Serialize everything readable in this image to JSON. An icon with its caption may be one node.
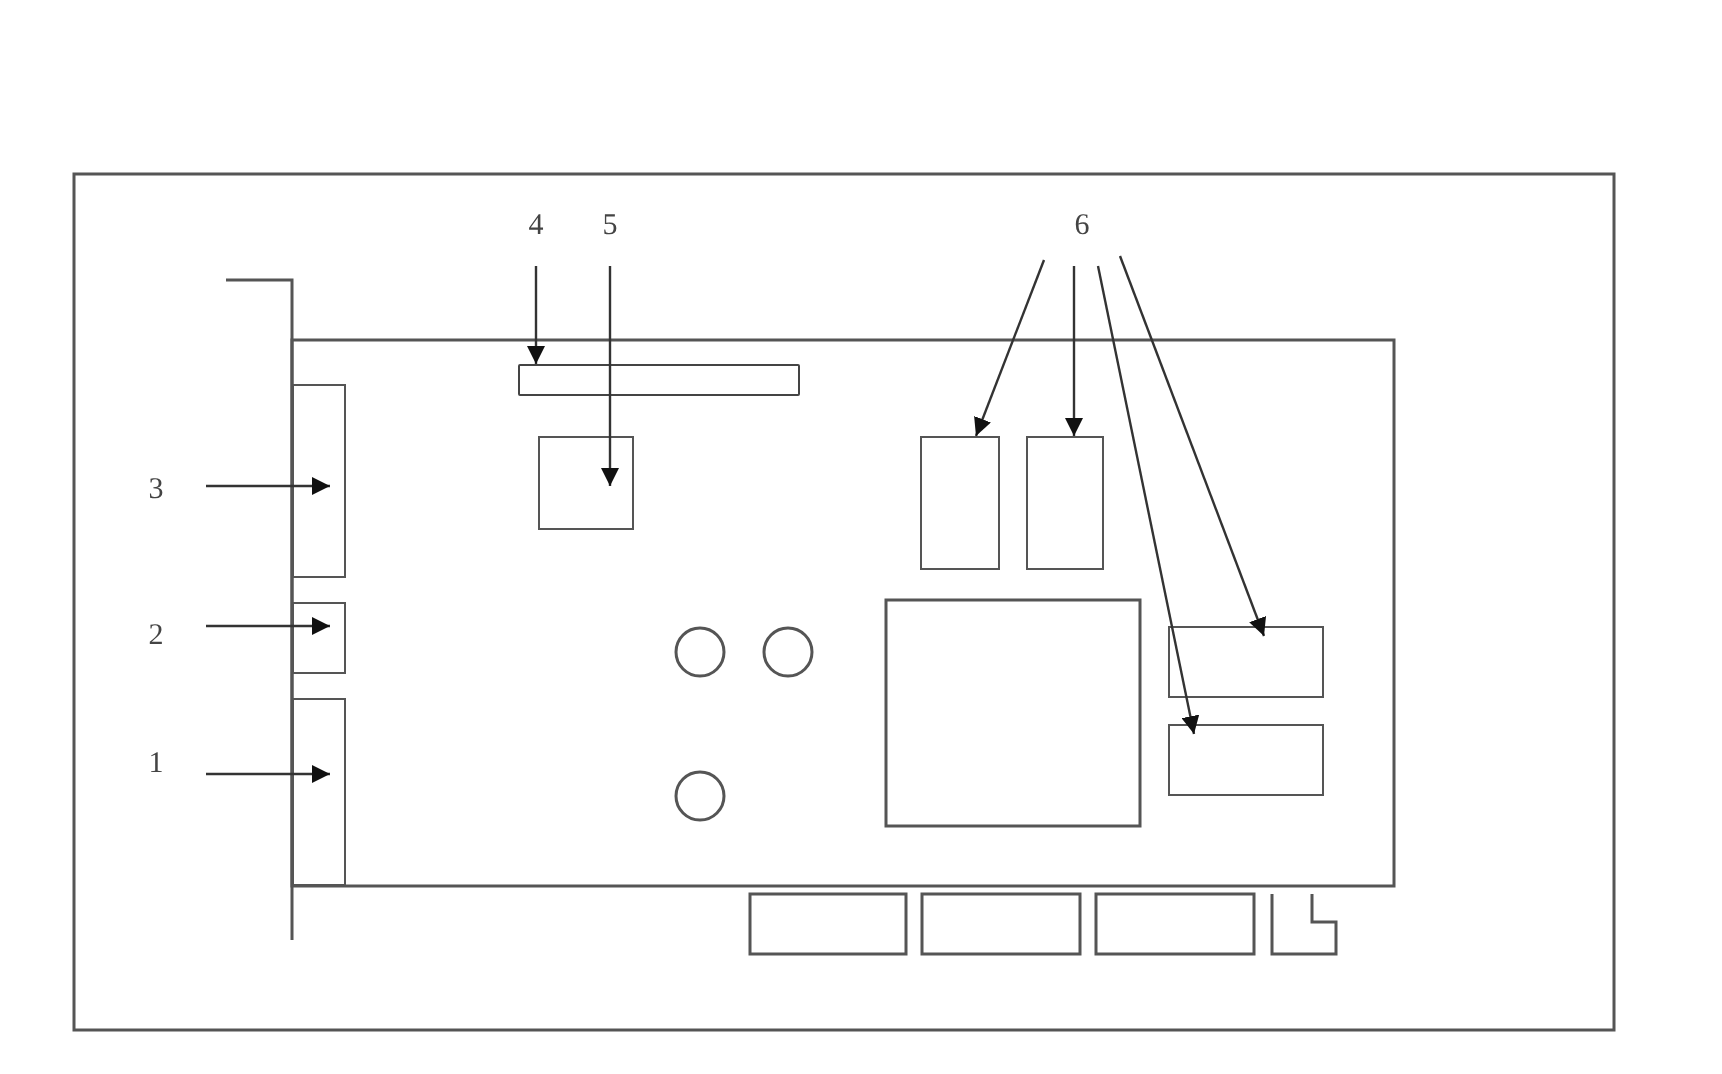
{
  "diagram": {
    "nodes": [
      {
        "text": [
          "4"
        ]
      },
      {
        "text": [
          "5"
        ]
      },
      {
        "text": [
          "6"
        ]
      },
      {
        "text": [
          "3"
        ]
      },
      {
        "text": [
          "2"
        ]
      },
      {
        "text": [
          "1"
        ]
      },
      {
        "text": [],
        "shape": "box"
      },
      {
        "text": [],
        "shape": "box"
      },
      {
        "text": [],
        "shape": "box"
      },
      {
        "text": [],
        "shape": "bar"
      },
      {
        "text": [],
        "shape": "box"
      },
      {
        "text": [],
        "shape": "box"
      },
      {
        "text": [],
        "shape": "box"
      },
      {
        "text": [],
        "shape": "box"
      },
      {
        "text": [],
        "shape": "box"
      }
    ],
    "edges": [
      {
        "from": 0,
        "to": 9,
        "arrow": "to"
      },
      {
        "from": 1,
        "to": 10,
        "arrow": "to"
      },
      {
        "from": 2,
        "to": 11,
        "arrow": "to"
      },
      {
        "from": 2,
        "to": 12,
        "arrow": "to"
      },
      {
        "from": 2,
        "to": 14,
        "arrow": "to"
      },
      {
        "from": 2,
        "to": 13,
        "arrow": "to"
      },
      {
        "from": 3,
        "to": 6,
        "arrow": "to"
      },
      {
        "from": 4,
        "to": 7,
        "arrow": "to"
      },
      {
        "from": 5,
        "to": 8,
        "arrow": "to"
      }
    ]
  }
}
